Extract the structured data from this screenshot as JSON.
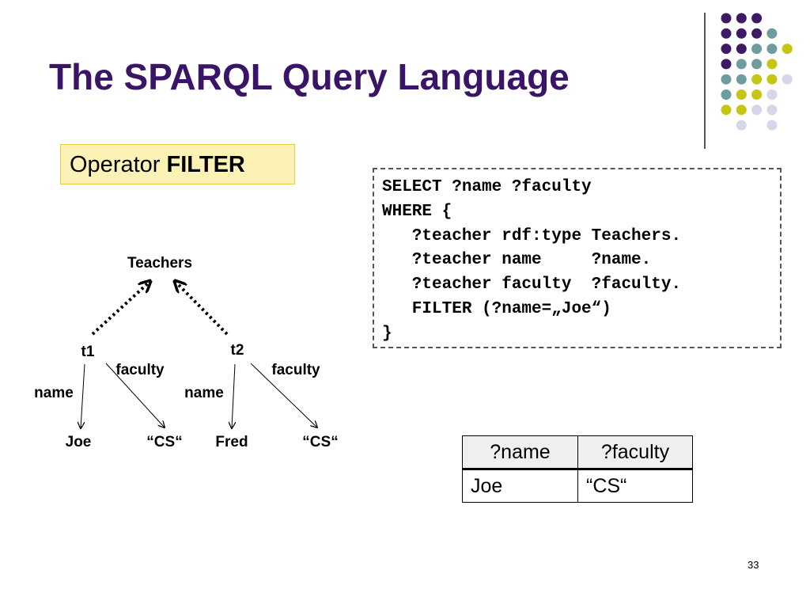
{
  "title": "The SPARQL Query Language",
  "operator_box": {
    "prefix": "Operator",
    "keyword": "FILTER"
  },
  "query_lines": [
    "SELECT ?name ?faculty",
    "WHERE {",
    "   ?teacher rdf:type Teachers.",
    "   ?teacher name     ?name.",
    "   ?teacher faculty  ?faculty.",
    "   FILTER (?name=„Joe“)",
    "}"
  ],
  "graph": {
    "class_node": "Teachers",
    "instances": [
      {
        "id": "t1",
        "name_label": "name",
        "faculty_label": "faculty",
        "name_value": "Joe",
        "faculty_value": "“CS“"
      },
      {
        "id": "t2",
        "name_label": "name",
        "faculty_label": "faculty",
        "name_value": "Fred",
        "faculty_value": "“CS“"
      }
    ]
  },
  "result_table": {
    "headers": [
      "?name",
      "?faculty"
    ],
    "rows": [
      [
        "Joe",
        "“CS“"
      ]
    ]
  },
  "page_number": "33",
  "colors": {
    "title": "#3a1467",
    "purple": "#3d1a64",
    "teal": "#6e9c9e",
    "olive": "#c7c514",
    "lavender": "#d6d6e8",
    "operator_box_bg": "#fdf2b6"
  }
}
